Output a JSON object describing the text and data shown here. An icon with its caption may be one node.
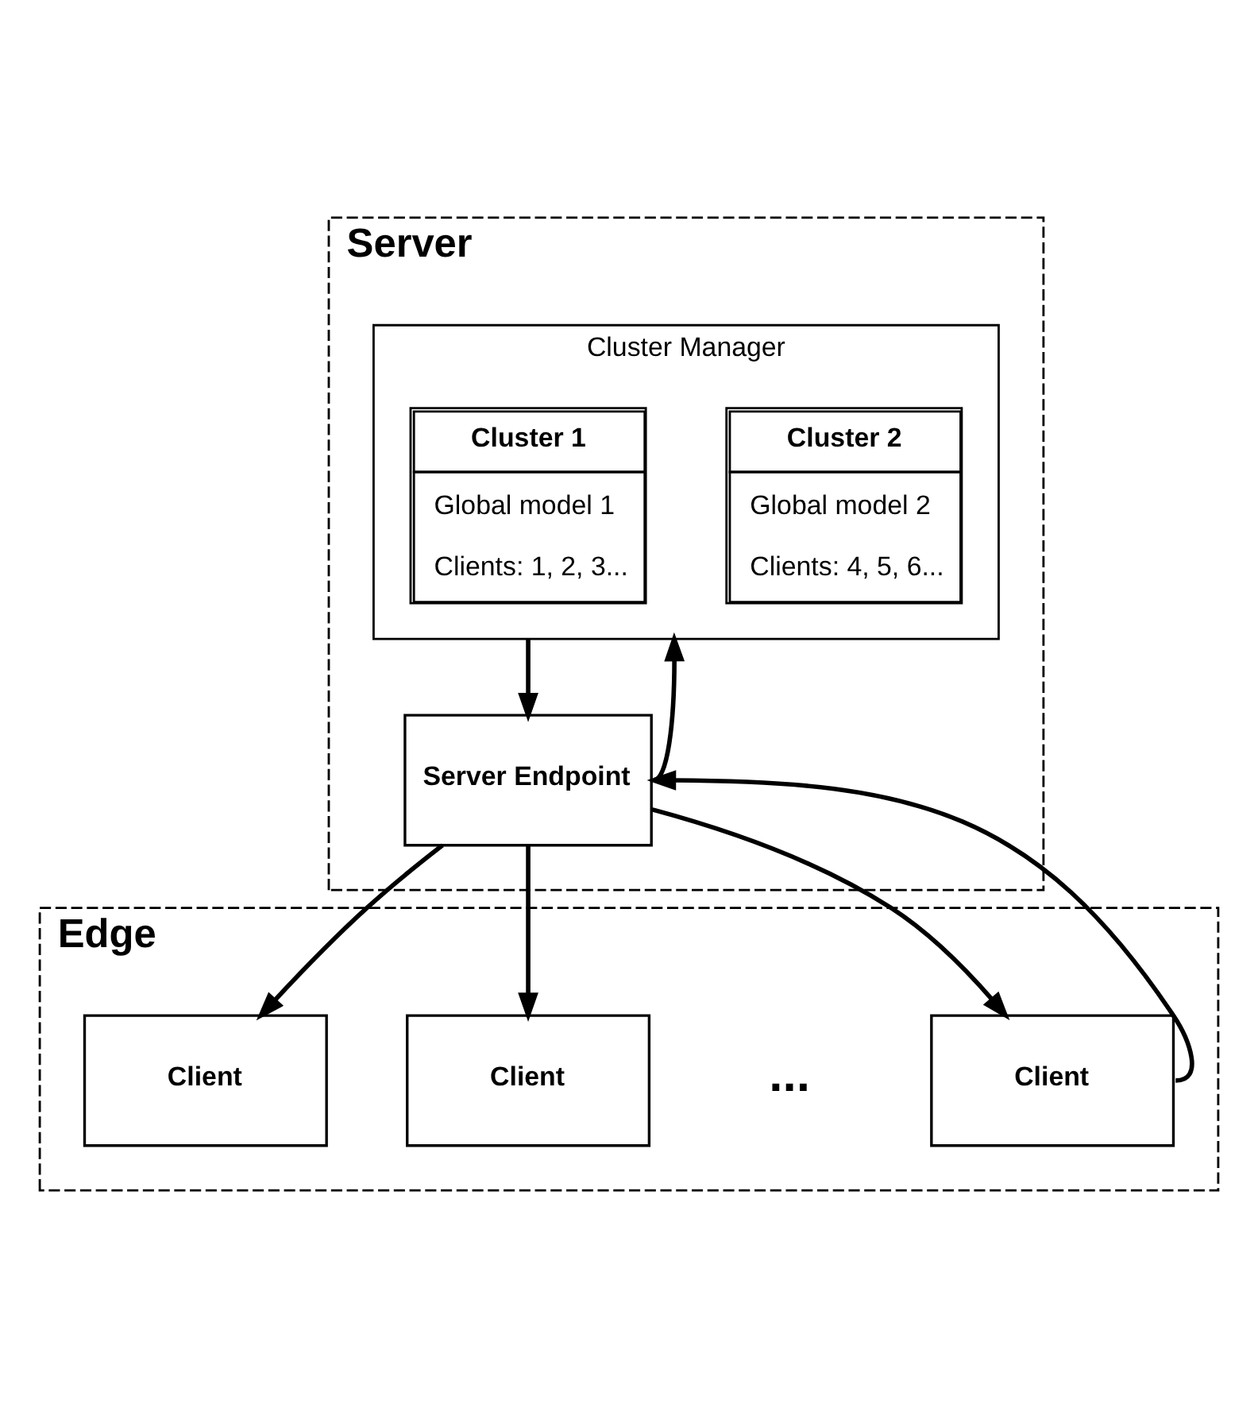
{
  "diagram": {
    "nodes": [
      {
        "text": [
          "Server"
        ]
      },
      {
        "text": [
          "Cluster Manager"
        ],
        "in": 0
      },
      {
        "text": [
          "Cluster 1",
          "Global model 1",
          "Clients: 1, 2, 3..."
        ],
        "in": 1
      },
      {
        "text": [
          "Cluster 2",
          "Global model 2",
          "Clients: 4, 5, 6..."
        ],
        "in": 1
      },
      {
        "text": [
          "Server Endpoint"
        ],
        "in": 0
      },
      {
        "text": [
          "Edge"
        ]
      },
      {
        "text": [
          "Client"
        ],
        "in": 5
      },
      {
        "text": [
          "Client"
        ],
        "in": 5
      },
      {
        "text": [
          "Client"
        ],
        "in": 5
      }
    ],
    "edges": [
      {
        "from": 1,
        "to": 4,
        "arrow": "to"
      },
      {
        "from": 4,
        "to": 1,
        "arrow": "to"
      },
      {
        "from": 4,
        "to": 6,
        "arrow": "to"
      },
      {
        "from": 4,
        "to": 7,
        "arrow": "to"
      },
      {
        "from": 4,
        "to": 8,
        "arrow": "to"
      },
      {
        "from": 8,
        "to": 4,
        "arrow": "to"
      }
    ],
    "labels": [
      "..."
    ]
  }
}
